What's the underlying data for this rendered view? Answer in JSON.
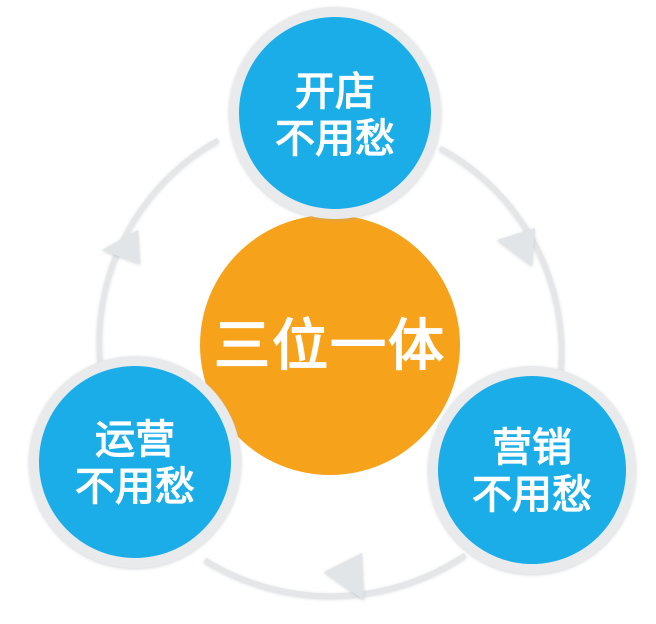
{
  "diagram": {
    "type": "cycle",
    "center": {
      "label": "三位一体",
      "color": "#F7A21B"
    },
    "nodes": [
      {
        "id": "top",
        "line1": "开店",
        "line2": "不用愁",
        "color": "#1BADE8"
      },
      {
        "id": "right",
        "line1": "营销",
        "line2": "不用愁",
        "color": "#1BADE8"
      },
      {
        "id": "left",
        "line1": "运营",
        "line2": "不用愁",
        "color": "#1BADE8"
      }
    ],
    "cycle_direction": "clockwise",
    "edges": [
      {
        "from": "开店不用愁",
        "to": "营销不用愁"
      },
      {
        "from": "营销不用愁",
        "to": "运营不用愁"
      },
      {
        "from": "运营不用愁",
        "to": "开店不用愁"
      }
    ],
    "ring_color": "#E4E6E8",
    "node_border_color": "#E6E8EA"
  }
}
